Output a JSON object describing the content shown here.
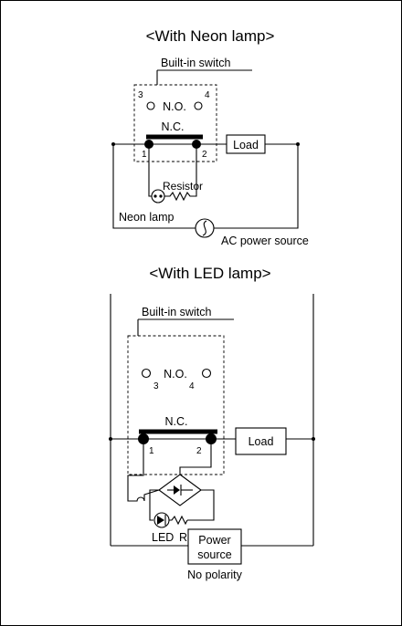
{
  "neon": {
    "title": "<With Neon lamp>",
    "switch_label": "Built-in switch",
    "no_label": "N.O.",
    "nc_label": "N.C.",
    "t1": "1",
    "t2": "2",
    "t3": "3",
    "t4": "4",
    "load": "Load",
    "resistor": "Resistor",
    "lamp": "Neon lamp",
    "source": "AC power source"
  },
  "led": {
    "title": "<With LED lamp>",
    "switch_label": "Built-in switch",
    "no_label": "N.O.",
    "nc_label": "N.C.",
    "t1": "1",
    "t2": "2",
    "t3": "3",
    "t4": "4",
    "load": "Load",
    "lamp": "LED",
    "resistor": "Resistor",
    "source_line1": "Power",
    "source_line2": "source",
    "polarity": "No polarity"
  }
}
